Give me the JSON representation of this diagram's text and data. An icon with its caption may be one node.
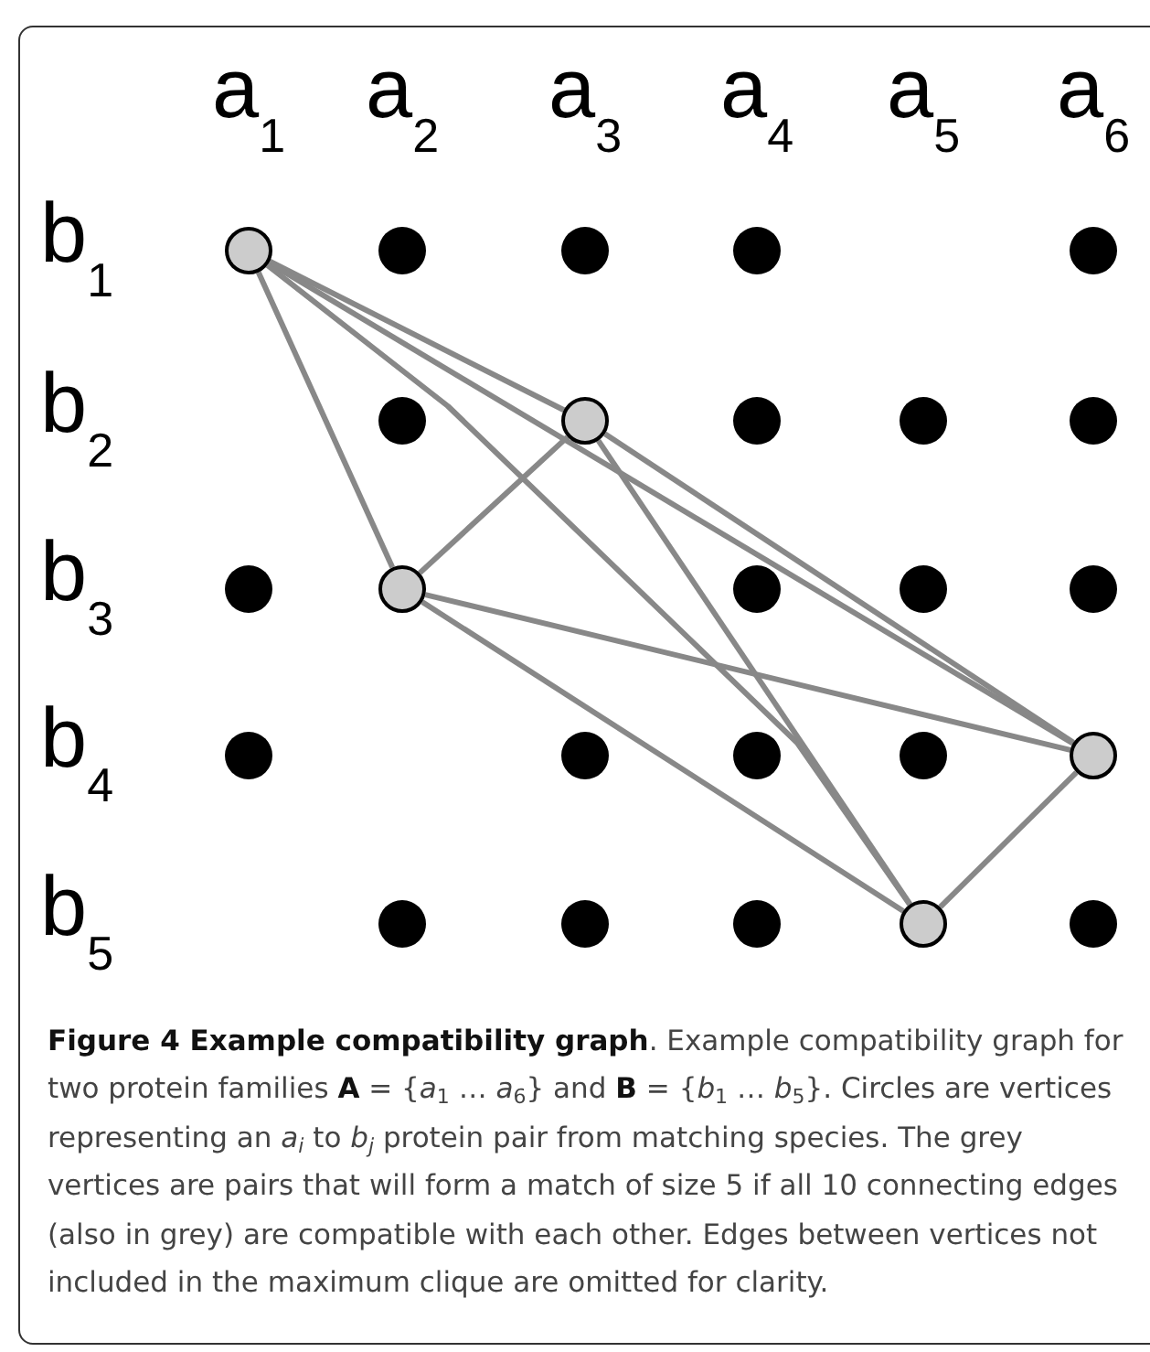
{
  "diagram": {
    "caption": "**Figure 4 Example compatibility graph**. Example compatibility graph for two protein families **A** = {*a*$_{1}$ … *a*$_{6}$} and **B** = {*b*$_{1}$ … *b*$_{5}$}. Circles are vertices representing an *a$_{i}$* to *b$_{j}$* protein pair from matching species. The grey vertices are pairs that will form a match of size 5 if all 10 connecting edges (also in grey) are compatible with each other. Edges between vertices not included in the maximum clique are omitted for clarity.",
    "nodes": [
      {
        "text": [],
        "shape": "circle"
      },
      {
        "text": [],
        "shape": "circle"
      },
      {
        "text": [],
        "shape": "circle"
      },
      {
        "text": [],
        "shape": "circle"
      },
      {
        "text": [],
        "shape": "circle"
      },
      {
        "text": [],
        "shape": "circle"
      },
      {
        "text": [],
        "shape": "circle"
      },
      {
        "text": [],
        "shape": "circle"
      },
      {
        "text": [],
        "shape": "circle"
      },
      {
        "text": [],
        "shape": "circle"
      },
      {
        "text": [],
        "shape": "circle"
      },
      {
        "text": [],
        "shape": "circle"
      },
      {
        "text": [],
        "shape": "circle"
      },
      {
        "text": [],
        "shape": "circle"
      },
      {
        "text": [],
        "shape": "circle"
      },
      {
        "text": [],
        "shape": "circle"
      },
      {
        "text": [],
        "shape": "circle"
      },
      {
        "text": [],
        "shape": "circle"
      },
      {
        "text": [],
        "shape": "circle"
      },
      {
        "text": [],
        "shape": "circle"
      },
      {
        "text": [],
        "shape": "circle"
      },
      {
        "text": [],
        "shape": "circle"
      },
      {
        "text": [],
        "shape": "circle"
      },
      {
        "text": [],
        "shape": "circle"
      },
      {
        "text": [],
        "shape": "circle"
      }
    ],
    "edges": [
      {
        "from": 0,
        "to": 6,
        "arrow": "none"
      },
      {
        "from": 0,
        "to": 11,
        "arrow": "none"
      },
      {
        "from": 0,
        "to": 19,
        "arrow": "none"
      },
      {
        "from": 0,
        "to": 23,
        "arrow": "none"
      },
      {
        "from": 6,
        "to": 11,
        "arrow": "none"
      },
      {
        "from": 6,
        "to": 19,
        "arrow": "none"
      },
      {
        "from": 6,
        "to": 23,
        "arrow": "none"
      },
      {
        "from": 11,
        "to": 19,
        "arrow": "none"
      },
      {
        "from": 11,
        "to": 23,
        "arrow": "none"
      },
      {
        "from": 19,
        "to": 23,
        "arrow": "none"
      }
    ],
    "labels": [
      "a$_{1}$",
      "a$_{2}$",
      "a$_{3}$",
      "a$_{4}$",
      "a$_{5}$",
      "a$_{6}$",
      "b$_{1}$",
      "b$_{2}$",
      "b$_{3}$",
      "b$_{4}$",
      "b$_{5}$"
    ]
  }
}
